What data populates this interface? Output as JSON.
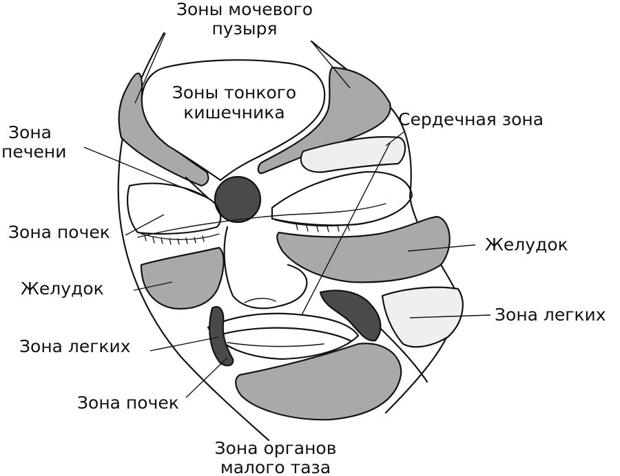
{
  "labels": {
    "bladder": [
      "Зоны мочевого",
      "пузыря"
    ],
    "small_intestine": [
      "Зоны тонкого",
      "кишечника"
    ],
    "liver": [
      "Зона",
      "печени"
    ],
    "heart": "Сердечная зона",
    "kidneys_left": "Зона почек",
    "stomach_right": "Желудок",
    "stomach_left": "Желудок",
    "lungs_right": "Зона легких",
    "lungs_left": "Зона легких",
    "kidneys_bottom": "Зона почек",
    "pelvic": [
      "Зона органов",
      "малого таза"
    ]
  },
  "colors": {
    "zone_fill": "#a9a9a9",
    "dark_fill": "#4a4a4a",
    "light_fill": "#efefef",
    "line": "#111111",
    "background": "#ffffff"
  }
}
